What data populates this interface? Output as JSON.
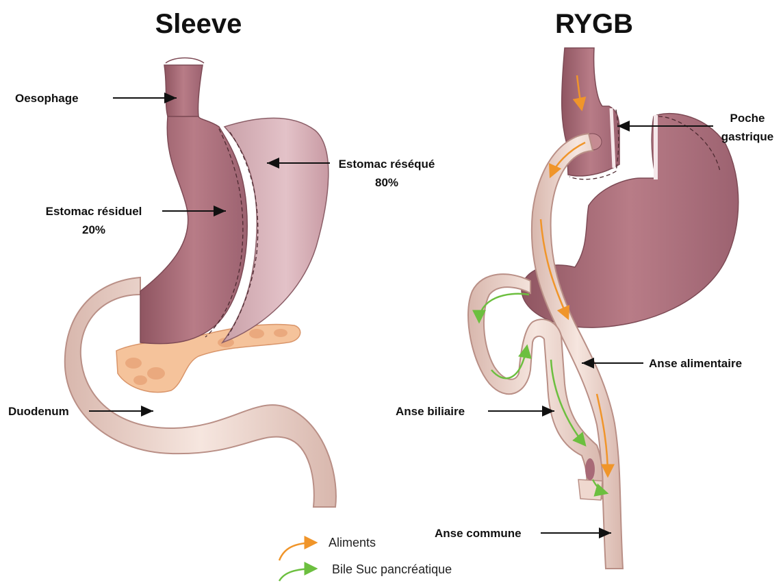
{
  "titles": {
    "left": "Sleeve",
    "right": "RYGB"
  },
  "labels": {
    "oesophage": "Oesophage",
    "estomac_reseque_1": "Estomac réséqué",
    "estomac_reseque_2": "80%",
    "estomac_residuel_1": "Estomac résiduel",
    "estomac_residuel_2": "20%",
    "duodenum": "Duodenum",
    "poche_1": "Poche",
    "poche_2": "gastrique",
    "anse_alimentaire": "Anse alimentaire",
    "anse_biliaire": "Anse biliaire",
    "anse_commune": "Anse commune"
  },
  "legend": {
    "aliments": "Aliments",
    "bile": "Bile Suc pancréatique"
  },
  "colors": {
    "food_arrow": "#f0952a",
    "bile_arrow": "#6cbf3f",
    "stomach": "#a86a77",
    "stomach_light": "#d9b0b8",
    "intestine": "#efd8cf",
    "intestine_edge": "#b98f86",
    "pancreas": "#f5c39b"
  }
}
